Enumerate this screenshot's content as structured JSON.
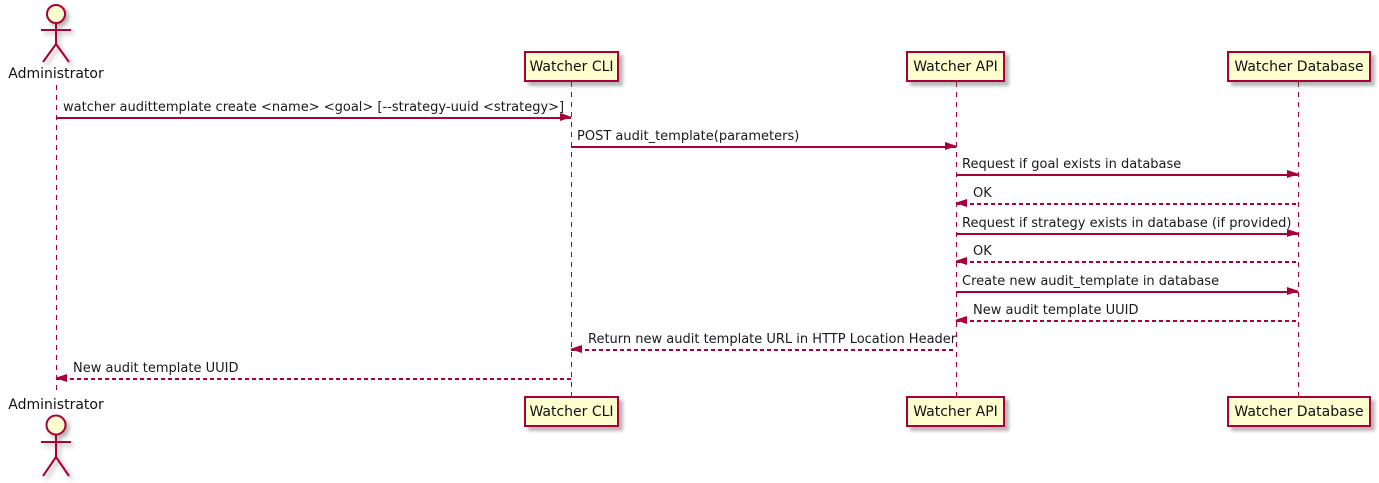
{
  "diagram": {
    "type": "uml-sequence-diagram",
    "background": "#FFFFFF",
    "colors": {
      "participant_fill": "#FEFECE",
      "stroke": "#A80036",
      "arrow": "#A80036",
      "text": "#000000",
      "shadow": "#AAAAAA"
    },
    "actor": {
      "label": "Administrator"
    },
    "participants": [
      {
        "label": "Watcher CLI"
      },
      {
        "label": "Watcher API"
      },
      {
        "label": "Watcher Database"
      }
    ],
    "messages": [
      {
        "from": "Administrator",
        "to": "Watcher CLI",
        "style": "solid",
        "text": "watcher audittemplate create <name> <goal> [--strategy-uuid <strategy>]"
      },
      {
        "from": "Watcher CLI",
        "to": "Watcher API",
        "style": "solid",
        "text": "POST audit_template(parameters)"
      },
      {
        "from": "Watcher API",
        "to": "Watcher Database",
        "style": "solid",
        "text": "Request if goal exists in database"
      },
      {
        "from": "Watcher Database",
        "to": "Watcher API",
        "style": "dashed",
        "text": "OK"
      },
      {
        "from": "Watcher API",
        "to": "Watcher Database",
        "style": "solid",
        "text": "Request if strategy exists in database (if provided)"
      },
      {
        "from": "Watcher Database",
        "to": "Watcher API",
        "style": "dashed",
        "text": "OK"
      },
      {
        "from": "Watcher API",
        "to": "Watcher Database",
        "style": "solid",
        "text": "Create new audit_template in database"
      },
      {
        "from": "Watcher Database",
        "to": "Watcher API",
        "style": "dashed",
        "text": "New audit template UUID"
      },
      {
        "from": "Watcher API",
        "to": "Watcher CLI",
        "style": "dashed",
        "text": "Return new audit template URL in HTTP Location Header"
      },
      {
        "from": "Watcher CLI",
        "to": "Administrator",
        "style": "dashed",
        "text": "New audit template UUID"
      }
    ]
  }
}
